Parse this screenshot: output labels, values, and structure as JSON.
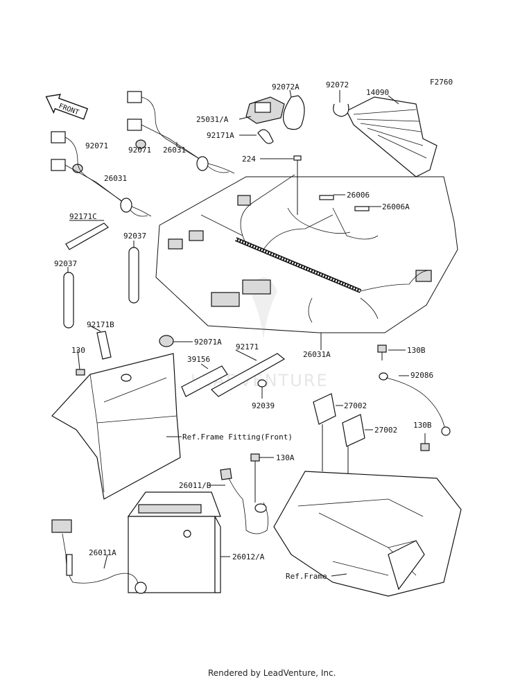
{
  "figure_code": "F2760",
  "front_arrow": "FRONT",
  "watermark": "LEADVENTURE",
  "footer": "Rendered by LeadVenture, Inc.",
  "labels": {
    "p92072A": "92072A",
    "p92072": "92072",
    "p14090": "14090",
    "p25031A": "25031/A",
    "p92171A": "92171A",
    "p92071a": "92071",
    "p92071b": "92071",
    "p26031a": "26031",
    "p26031b": "26031",
    "p224": "224",
    "p26006": "26006",
    "p26006A": "26006A",
    "p92171C": "92171C",
    "p92037a": "92037",
    "p92037b": "92037",
    "p92171B": "92171B",
    "p130": "130",
    "p92071A": "92071A",
    "p92171": "92171",
    "p39156": "39156",
    "p26031A": "26031A",
    "p130Ba": "130B",
    "p92086": "92086",
    "p130Bb": "130B",
    "p92039": "92039",
    "p27002a": "27002",
    "p27002b": "27002",
    "refFrameFitting": "Ref.Frame Fitting(Front)",
    "p130A": "130A",
    "p26011B": "26011/B",
    "p26011A": "26011A",
    "p26012A": "26012/A",
    "refFrame": "Ref.Frame"
  }
}
